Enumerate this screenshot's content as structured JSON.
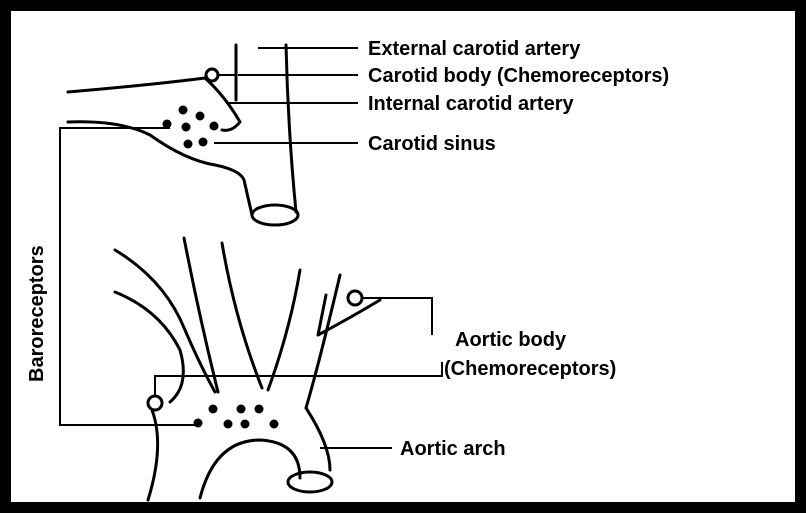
{
  "labels": {
    "external_carotid": "External carotid artery",
    "carotid_body": "Carotid body (Chemoreceptors)",
    "internal_carotid": "Internal carotid artery",
    "carotid_sinus": "Carotid sinus",
    "baroreceptors": "Baroreceptors",
    "aortic_body_line1": "Aortic body",
    "aortic_body_line2": "(Chemoreceptors)",
    "aortic_arch": "Aortic arch"
  }
}
